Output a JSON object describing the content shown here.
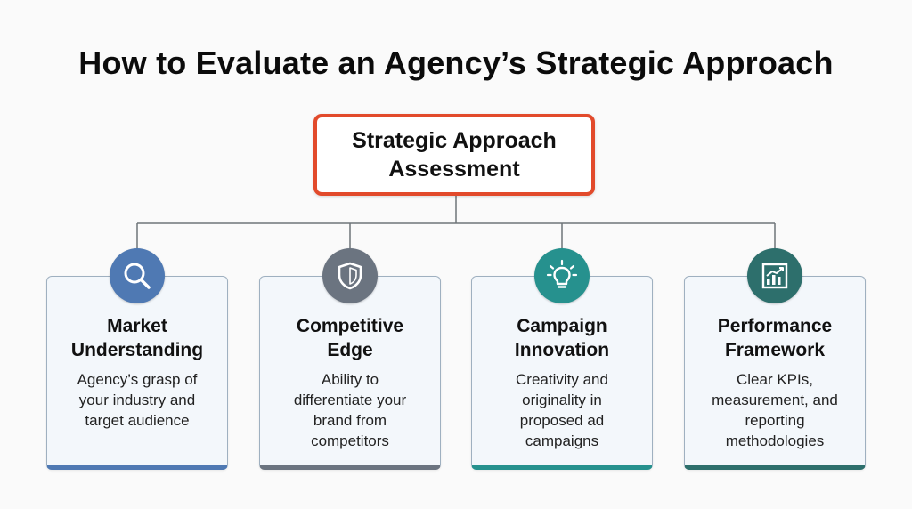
{
  "title": "How to Evaluate an Agency’s Strategic Approach",
  "root": {
    "line1": "Strategic Approach",
    "line2": "Assessment"
  },
  "cards": [
    {
      "icon": "magnifier-icon",
      "color": "#4f79b3",
      "border": "#4f79b3",
      "heading": [
        "Market",
        "Understanding"
      ],
      "desc": [
        "Agency’s grasp of",
        "your industry and",
        "target audience"
      ]
    },
    {
      "icon": "shield-icon",
      "color": "#6b7480",
      "border": "#6b7480",
      "heading": [
        "Competitive",
        "Edge"
      ],
      "desc": [
        "Ability to",
        "differentiate your",
        "brand from",
        "competitors"
      ]
    },
    {
      "icon": "lightbulb-icon",
      "color": "#26918e",
      "border": "#26918e",
      "heading": [
        "Campaign",
        "Innovation"
      ],
      "desc": [
        "Creativity and",
        "originality in",
        "proposed ad",
        "campaigns"
      ]
    },
    {
      "icon": "chart-icon",
      "color": "#2d6f6c",
      "border": "#2d6f6c",
      "heading": [
        "Performance",
        "Framework"
      ],
      "desc": [
        "Clear KPIs,",
        "measurement, and",
        "reporting",
        "methodologies"
      ]
    }
  ]
}
